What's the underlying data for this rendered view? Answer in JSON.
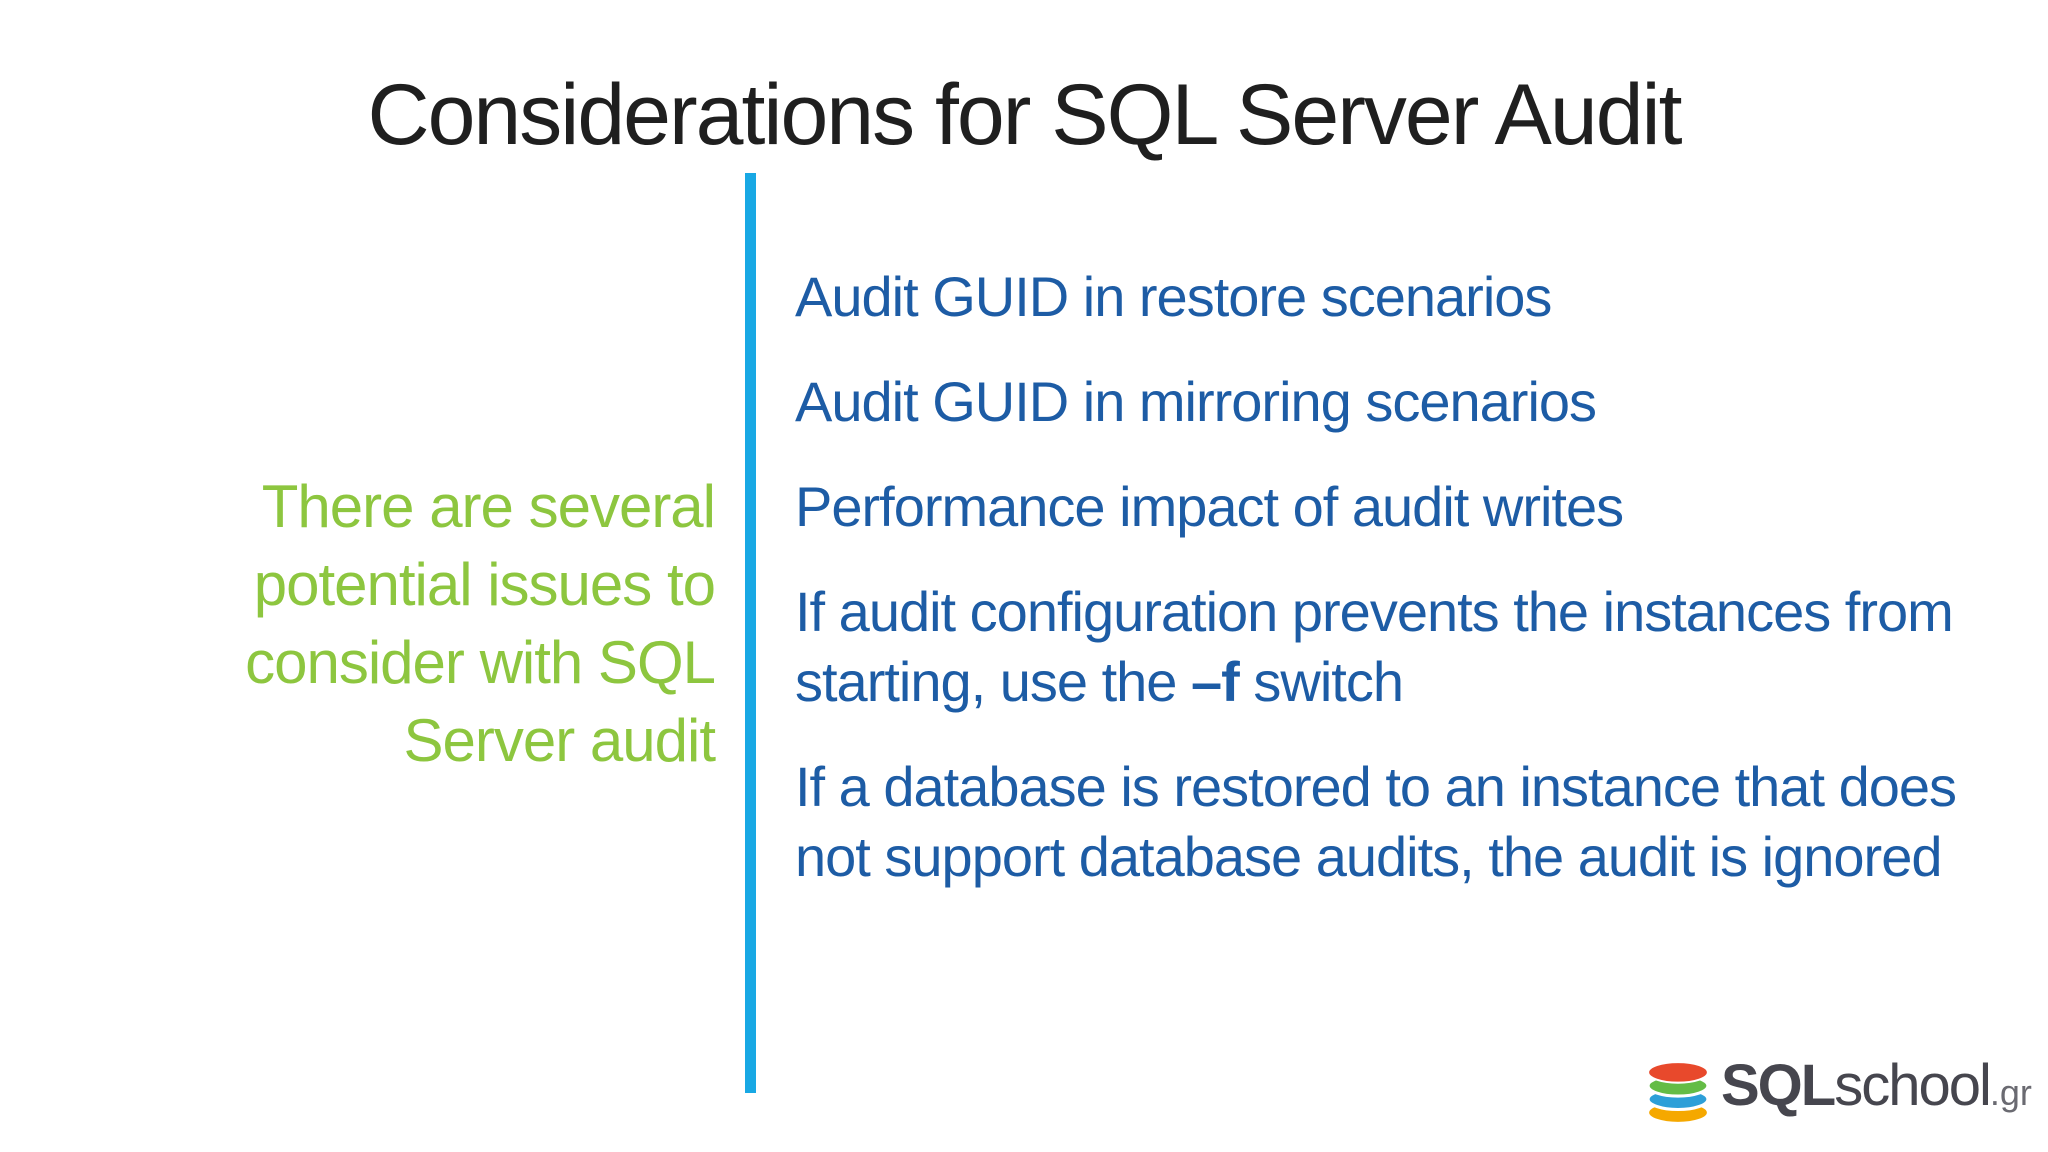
{
  "slide": {
    "title": "Considerations for SQL Server Audit",
    "left_note_lines": [
      "There are several",
      "potential issues to",
      "consider with SQL",
      "Server audit"
    ],
    "bullets": [
      {
        "segments": [
          {
            "text": "Audit GUID in restore scenarios"
          }
        ]
      },
      {
        "segments": [
          {
            "text": "Audit GUID in mirroring scenarios"
          }
        ]
      },
      {
        "segments": [
          {
            "text": "Performance impact of audit writes"
          }
        ]
      },
      {
        "segments": [
          {
            "text": "If audit configuration prevents the instances from starting, use the "
          },
          {
            "text": "–f",
            "bold": true
          },
          {
            "text": " switch"
          }
        ]
      },
      {
        "segments": [
          {
            "text": "If a database is restored to an instance that does not support database audits, the audit is ignored"
          }
        ]
      }
    ]
  },
  "logo": {
    "brand_bold": "SQL",
    "brand_regular": "school",
    "brand_suffix": ".gr",
    "icon": "database-icon",
    "icon_colors": {
      "top": "#E8492C",
      "second": "#64BC46",
      "third": "#2D9FD8",
      "bottom": "#F5A800"
    }
  },
  "colors": {
    "background": "#FFFFFF",
    "title_text": "#1F1F1F",
    "note_green": "#8DC63F",
    "bullet_blue": "#1D5CA5",
    "divider_cyan": "#18A8E4",
    "logo_gray": "#46464E",
    "logo_suffix_gray": "#6A6A71"
  }
}
